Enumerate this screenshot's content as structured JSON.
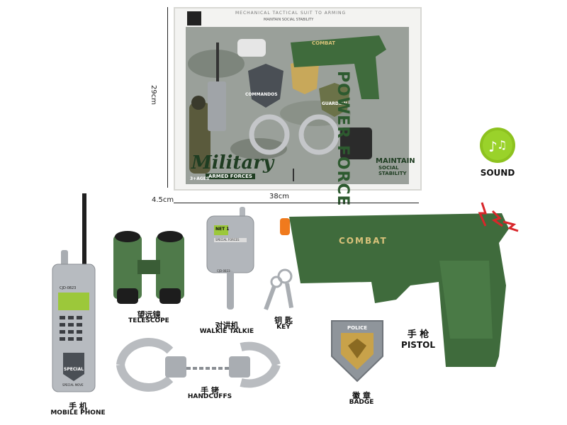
{
  "package": {
    "header_line1": "MECHANICAL TACTICAL SUIT TO ARMING",
    "header_line2": "MAINTAIN SOCIAL STABILITY",
    "side_title": "POWER FORCE",
    "brand_title": "Military",
    "brand_subtitle": "ARMED FORCES",
    "age": "3+AGES",
    "slogan_line1": "MAINTAIN",
    "slogan_line2": "SOCIAL",
    "slogan_line3": "STABILITY",
    "badge_commandos": "COMMANDOS",
    "badge_guardian": "GUARDIAN",
    "pistol_text": "COMBAT"
  },
  "dimensions": {
    "height": "29cm",
    "depth": "4.5cm",
    "width": "38cm"
  },
  "sound": {
    "label": "SOUND",
    "color": "#8dc21f"
  },
  "items": {
    "mobile_phone": {
      "zh": "手 机",
      "en": "MOBILE PHONE",
      "screen": "CJD-0823",
      "brand": "SPECIAL",
      "footer": "SPECIAL MOVE"
    },
    "telescope": {
      "zh": "望远镜",
      "en": "TELESCOPE"
    },
    "walkie_talkie": {
      "zh": "对讲机",
      "en": "WALKIE TALKIE",
      "screen": "NET 1",
      "band": "SPECIAL FORCES",
      "code": "CJD-0823"
    },
    "key": {
      "zh": "钥 匙",
      "en": "KEY"
    },
    "handcuffs": {
      "zh": "手 铐",
      "en": "HANDCUFFS"
    },
    "badge": {
      "zh": "徽 章",
      "en": "BADGE",
      "text": "POLICE"
    },
    "pistol": {
      "zh": "手 枪",
      "en": "PISTOL",
      "engraving": "COMBAT"
    }
  },
  "colors": {
    "army_green": "#3f6b3c",
    "silver": "#a9adb2",
    "orange_tip": "#f07a1d",
    "red_spark": "#d8262a"
  }
}
